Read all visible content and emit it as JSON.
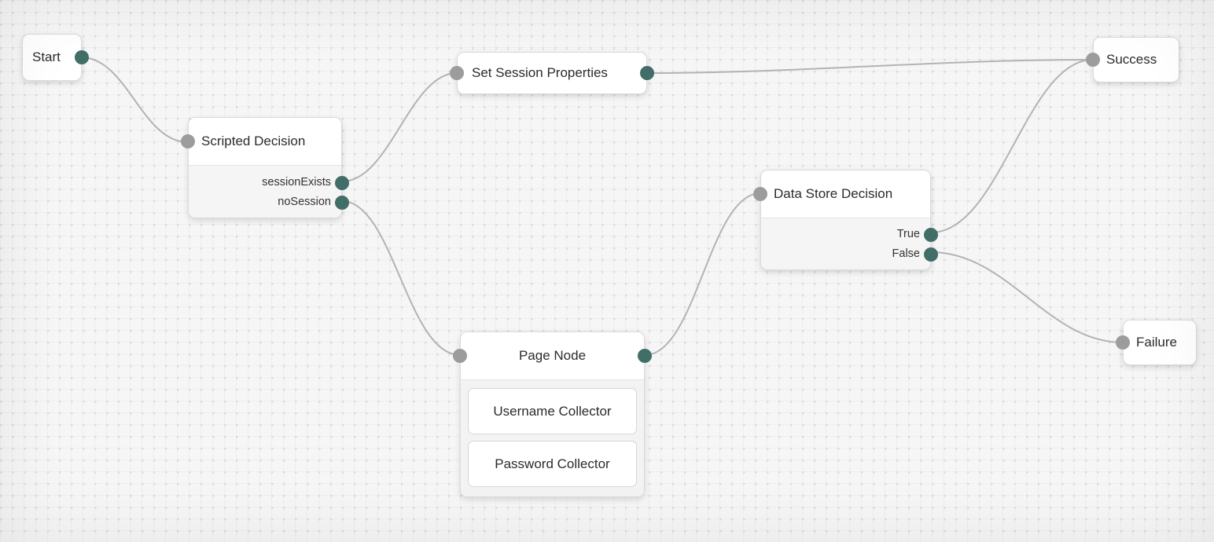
{
  "colors": {
    "canvas_background": "#f6f6f7",
    "grid_line": "#eeeeef",
    "grid_cross": "#dcdcdf",
    "wire": "#b3b3b3",
    "input_port": "#9c9c9c",
    "output_port": "#426e68",
    "node_background": "#ffffff",
    "node_border": "#dadada",
    "outcome_background": "#f5f5f6"
  },
  "nodes": {
    "start": {
      "title": "Start"
    },
    "scripted_decision": {
      "title": "Scripted Decision",
      "outcomes": [
        "sessionExists",
        "noSession"
      ]
    },
    "set_session_properties": {
      "title": "Set Session Properties"
    },
    "page_node": {
      "title": "Page Node",
      "children": [
        "Username Collector",
        "Password Collector"
      ]
    },
    "data_store_decision": {
      "title": "Data Store Decision",
      "outcomes": [
        "True",
        "False"
      ]
    },
    "success": {
      "title": "Success"
    },
    "failure": {
      "title": "Failure"
    }
  },
  "connections": [
    {
      "from": "Start",
      "to": "Scripted Decision"
    },
    {
      "from": "Scripted Decision",
      "outcome": "sessionExists",
      "to": "Set Session Properties"
    },
    {
      "from": "Scripted Decision",
      "outcome": "noSession",
      "to": "Page Node"
    },
    {
      "from": "Set Session Properties",
      "to": "Success"
    },
    {
      "from": "Page Node",
      "to": "Data Store Decision"
    },
    {
      "from": "Data Store Decision",
      "outcome": "True",
      "to": "Success"
    },
    {
      "from": "Data Store Decision",
      "outcome": "False",
      "to": "Failure"
    }
  ]
}
